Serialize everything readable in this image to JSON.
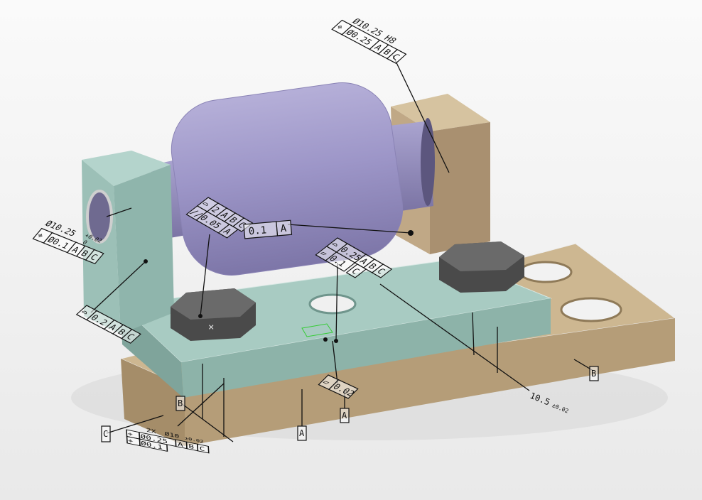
{
  "colors": {
    "base_tan": "#b8a07b",
    "base_top": "#cdb791",
    "bracket_green": "#8fb5ac",
    "bracket_top": "#a8cbc2",
    "cylinder": "#9a93c4",
    "bolt": "#555555"
  },
  "annotations": {
    "top_right": {
      "dim": "Ø10.25 H8",
      "sym": "⌖",
      "tol": "Ø0.25",
      "d1": "A",
      "d2": "B",
      "d3": "C"
    },
    "left_hole": {
      "dim": "Ø10.25",
      "tol_plus": "+0.02",
      "tol_minus": "0",
      "sym": "⌖",
      "tol": "Ø0.1",
      "d1": "A",
      "d2": "B",
      "d3": "C"
    },
    "left_profile": {
      "sym": "⌓",
      "tol": "0.2",
      "d1": "A",
      "d2": "B",
      "d3": "C"
    },
    "center_left": {
      "sym1": "⌓",
      "tol1": "2",
      "d1": "A",
      "d2": "B",
      "d3": "C",
      "sym2": "//",
      "tol2": "0.05",
      "d4": "A"
    },
    "parallel_main": {
      "tol": "0.1",
      "datum": "A"
    },
    "center_right": {
      "sym1": "⌓",
      "tol1": "0.25",
      "d1": "A",
      "d2": "B",
      "d3": "C",
      "sym2": "▱",
      "tol2": "0.1",
      "d4": "C"
    },
    "flatness": {
      "sym": "▱",
      "tol": "0.02"
    },
    "width_dim": {
      "value": "10.5",
      "tol": "±0.02"
    },
    "bottom_left": {
      "count": "2X",
      "dim": "Ø10",
      "tol_dim": "±0.02",
      "sym1": "⌖",
      "tol1": "Ø0.25",
      "sym2": "⌖",
      "tol2": "Ø0.1",
      "d1": "A",
      "d2": "B",
      "d3": "C"
    },
    "datums": {
      "a1": "A",
      "a2": "A",
      "b1": "B",
      "b2": "B",
      "c": "C"
    }
  }
}
